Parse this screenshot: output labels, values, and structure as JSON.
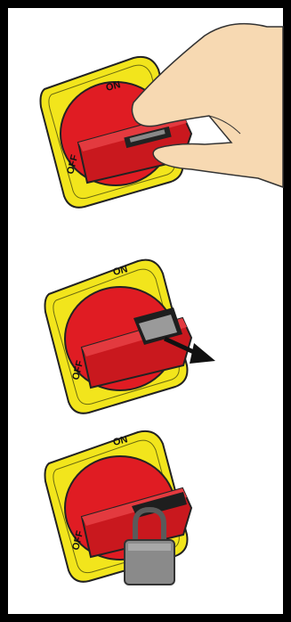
{
  "colors": {
    "frame": "#000000",
    "yellow_plate": "#f2e51c",
    "red_knob": "#e01c23",
    "handle_red": "#d01a20",
    "padlock": "#8a8a8a",
    "skin": "#f7d9b2"
  },
  "steps": [
    {
      "on_label": "ON",
      "off_label": "OFF",
      "icon": "hand-pulling-lock-tab"
    },
    {
      "on_label": "ON",
      "off_label": "OFF",
      "icon": "pull-out-arrow"
    },
    {
      "on_label": "ON",
      "off_label": "OFF",
      "icon": "padlock"
    }
  ]
}
